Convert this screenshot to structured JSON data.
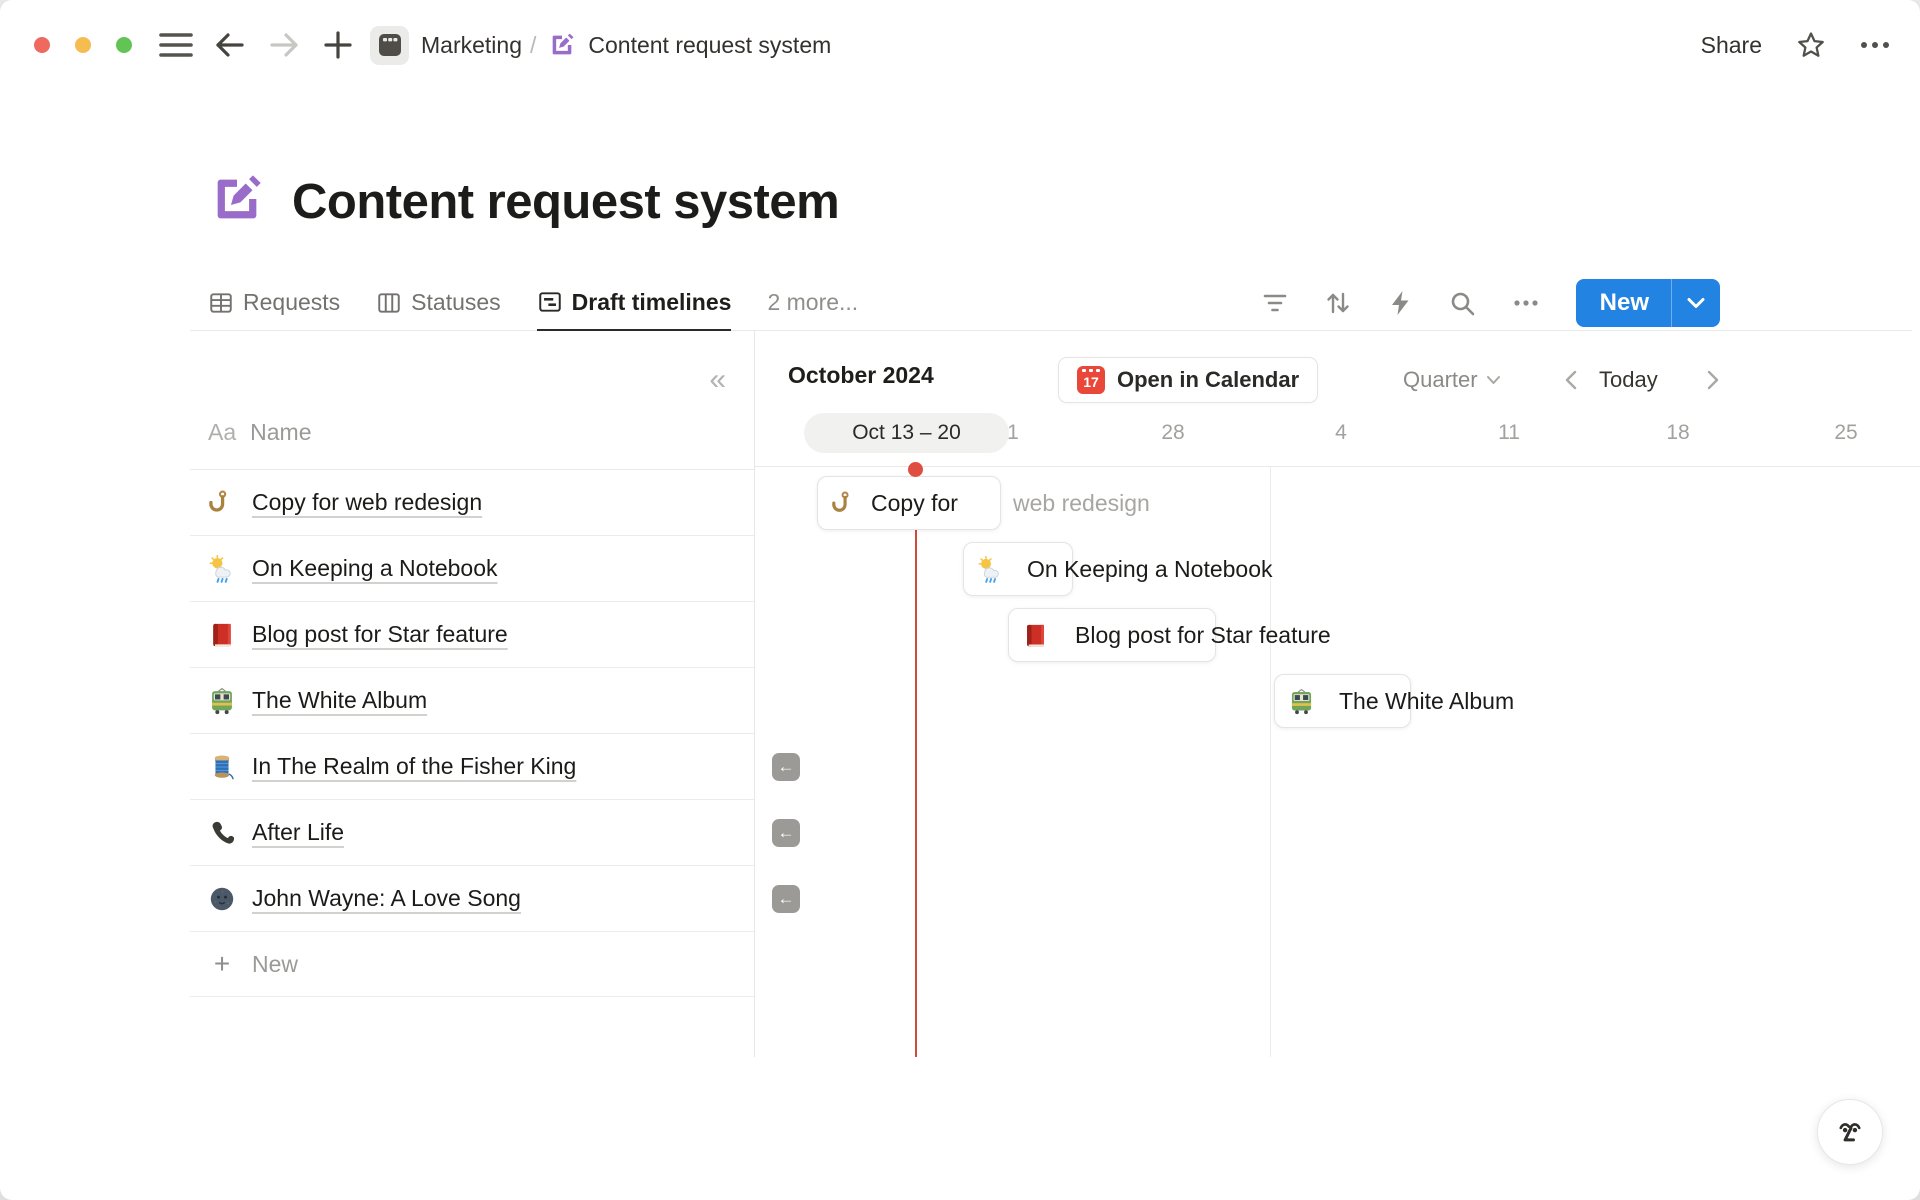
{
  "titlebar": {
    "breadcrumb": {
      "workspace": "Marketing",
      "separator": "/",
      "page": "Content request system"
    },
    "share_label": "Share"
  },
  "page": {
    "title": "Content request system"
  },
  "tabs": {
    "items": [
      {
        "label": "Requests",
        "icon": "table-view-icon",
        "active": false
      },
      {
        "label": "Statuses",
        "icon": "board-view-icon",
        "active": false
      },
      {
        "label": "Draft timelines",
        "icon": "timeline-view-icon",
        "active": true
      }
    ],
    "more_label": "2 more..."
  },
  "toolbar": {
    "new_label": "New",
    "accent_color": "#2383e2"
  },
  "table": {
    "header": {
      "type_label": "Aa",
      "name_label": "Name"
    },
    "rows": [
      {
        "icon": "hook-emoji",
        "title": "Copy for web redesign"
      },
      {
        "icon": "sun-rain-emoji",
        "title": "On Keeping a Notebook"
      },
      {
        "icon": "red-book-emoji",
        "title": "Blog post for Star feature"
      },
      {
        "icon": "tram-emoji",
        "title": "The White Album"
      },
      {
        "icon": "thread-emoji",
        "title": "In The Realm of the Fisher King"
      },
      {
        "icon": "phone-emoji",
        "title": "After Life"
      },
      {
        "icon": "moon-face-emoji",
        "title": "John Wayne: A Love Song"
      }
    ],
    "new_label": "New"
  },
  "timeline": {
    "month_label": "October 2024",
    "open_calendar_label": "Open in Calendar",
    "calendar_day": "17",
    "zoom_level": "Quarter",
    "today_label": "Today",
    "selected_range": "Oct 13 – 20",
    "partial_tick": "1",
    "ticks": [
      "28",
      "4",
      "11",
      "18",
      "25"
    ],
    "bars": [
      {
        "icon": "hook-emoji",
        "label_inside": "Copy for",
        "label_overflow": "web redesign"
      },
      {
        "icon": "sun-rain-emoji",
        "label": "On Keeping a Notebook"
      },
      {
        "icon": "red-book-emoji",
        "label": "Blog post for Star feature"
      },
      {
        "icon": "tram-emoji",
        "label": "The White Album"
      }
    ],
    "offscreen_left_count": 3,
    "today_color": "#d6473d"
  },
  "icons": {
    "hook-emoji": "🪝",
    "sun-rain-emoji": "🌦️",
    "red-book-emoji": "📕",
    "tram-emoji": "🚃",
    "thread-emoji": "🧵",
    "phone-emoji": "📞",
    "moon-face-emoji": "🌚"
  }
}
